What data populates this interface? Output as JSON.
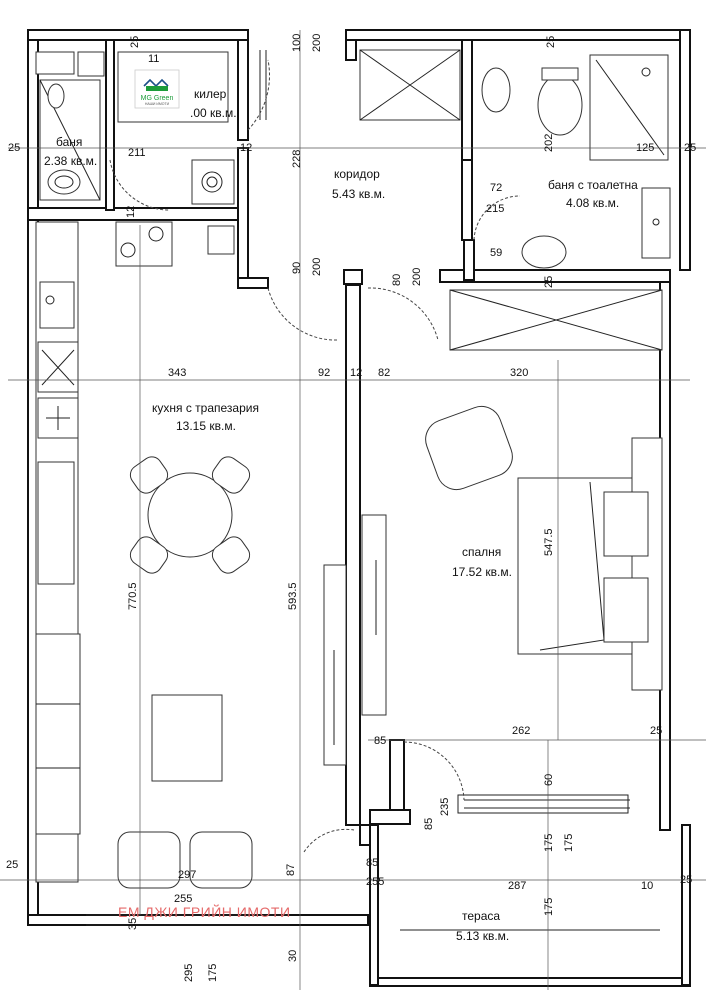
{
  "logo": {
    "text": "MG Green",
    "tagline": "НАШИ ИМОТИ"
  },
  "watermark": "ЕМ ДЖИ ГРИЙН ИМОТИ",
  "rooms": [
    {
      "id": "kiler",
      "name": "килер",
      "area": ".00 кв.м."
    },
    {
      "id": "banya-small",
      "name": "баня",
      "area": "2.38 кв.м."
    },
    {
      "id": "koridor",
      "name": "коридор",
      "area": "5.43 кв.м."
    },
    {
      "id": "banya-toilet",
      "name": "баня с тоалетна",
      "area": "4.08 кв.м."
    },
    {
      "id": "kuhnya",
      "name": "кухня с трапезария",
      "area": "13.15 кв.м."
    },
    {
      "id": "spalnya",
      "name": "спалня",
      "area": "17.52 кв.м."
    },
    {
      "id": "terasa",
      "name": "тераса",
      "area": "5.13 кв.м."
    }
  ],
  "dimensions": [
    "25",
    "11",
    "100",
    "200",
    "25",
    "25",
    "211",
    "12",
    "228",
    "202",
    "125",
    "25",
    "72",
    "215",
    "12",
    "90",
    "200",
    "80",
    "200",
    "59",
    "25",
    "343",
    "92",
    "12",
    "82",
    "320",
    "547.5",
    "770.5",
    "593.5",
    "85",
    "262",
    "25",
    "60",
    "85",
    "235",
    "175",
    "175",
    "25",
    "297",
    "87",
    "85",
    "255",
    "287",
    "10",
    "25",
    "255",
    "175",
    "35",
    "295",
    "175",
    "30"
  ]
}
